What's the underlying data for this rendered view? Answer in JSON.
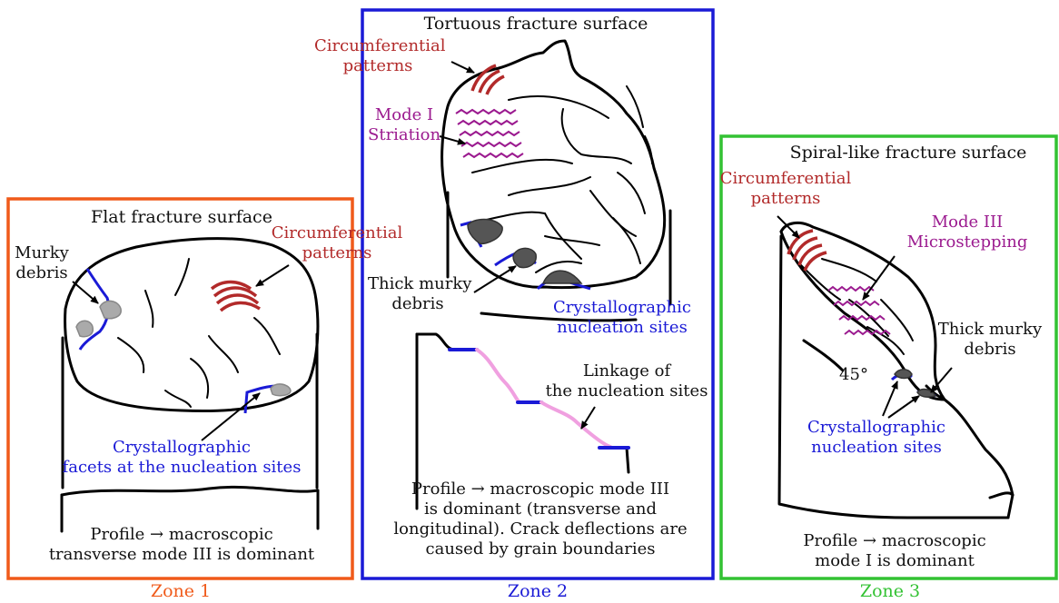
{
  "colors": {
    "zone1": "#f05a1a",
    "zone2": "#1a1ad6",
    "zone3": "#33c233",
    "red": "#b22a2a",
    "purple": "#9b1a8f",
    "blue": "#1a1ad6",
    "pink": "#f0a0e0"
  },
  "zone1": {
    "title": "Flat fracture surface",
    "murky": [
      "Murky",
      "debris"
    ],
    "circ": [
      "Circumferential",
      "patterns"
    ],
    "facets": [
      "Crystallographic",
      "facets at the nucleation sites"
    ],
    "profile": [
      "Profile → macroscopic",
      "transverse mode III is dominant"
    ],
    "zone_label": "Zone 1"
  },
  "zone2": {
    "title": "Tortuous fracture surface",
    "circ": [
      "Circumferential",
      "patterns"
    ],
    "mode": [
      "Mode I",
      "Striation"
    ],
    "thick": [
      "Thick murky",
      "debris"
    ],
    "cryst": [
      "Crystallographic",
      "nucleation sites"
    ],
    "linkage": [
      "Linkage of",
      "the nucleation sites"
    ],
    "profile": [
      "Profile → macroscopic mode III",
      "is dominant (transverse and",
      "longitudinal). Crack deflections are",
      "caused by grain boundaries"
    ],
    "zone_label": "Zone 2"
  },
  "zone3": {
    "title": "Spiral-like fracture surface",
    "circ": [
      "Circumferential",
      "patterns"
    ],
    "mode": [
      "Mode III",
      "Microstepping"
    ],
    "thick": [
      "Thick murky",
      "debris"
    ],
    "angle": "45°",
    "cryst": [
      "Crystallographic",
      "nucleation sites"
    ],
    "profile": [
      "Profile → macroscopic",
      "mode I is dominant"
    ],
    "zone_label": "Zone 3"
  }
}
